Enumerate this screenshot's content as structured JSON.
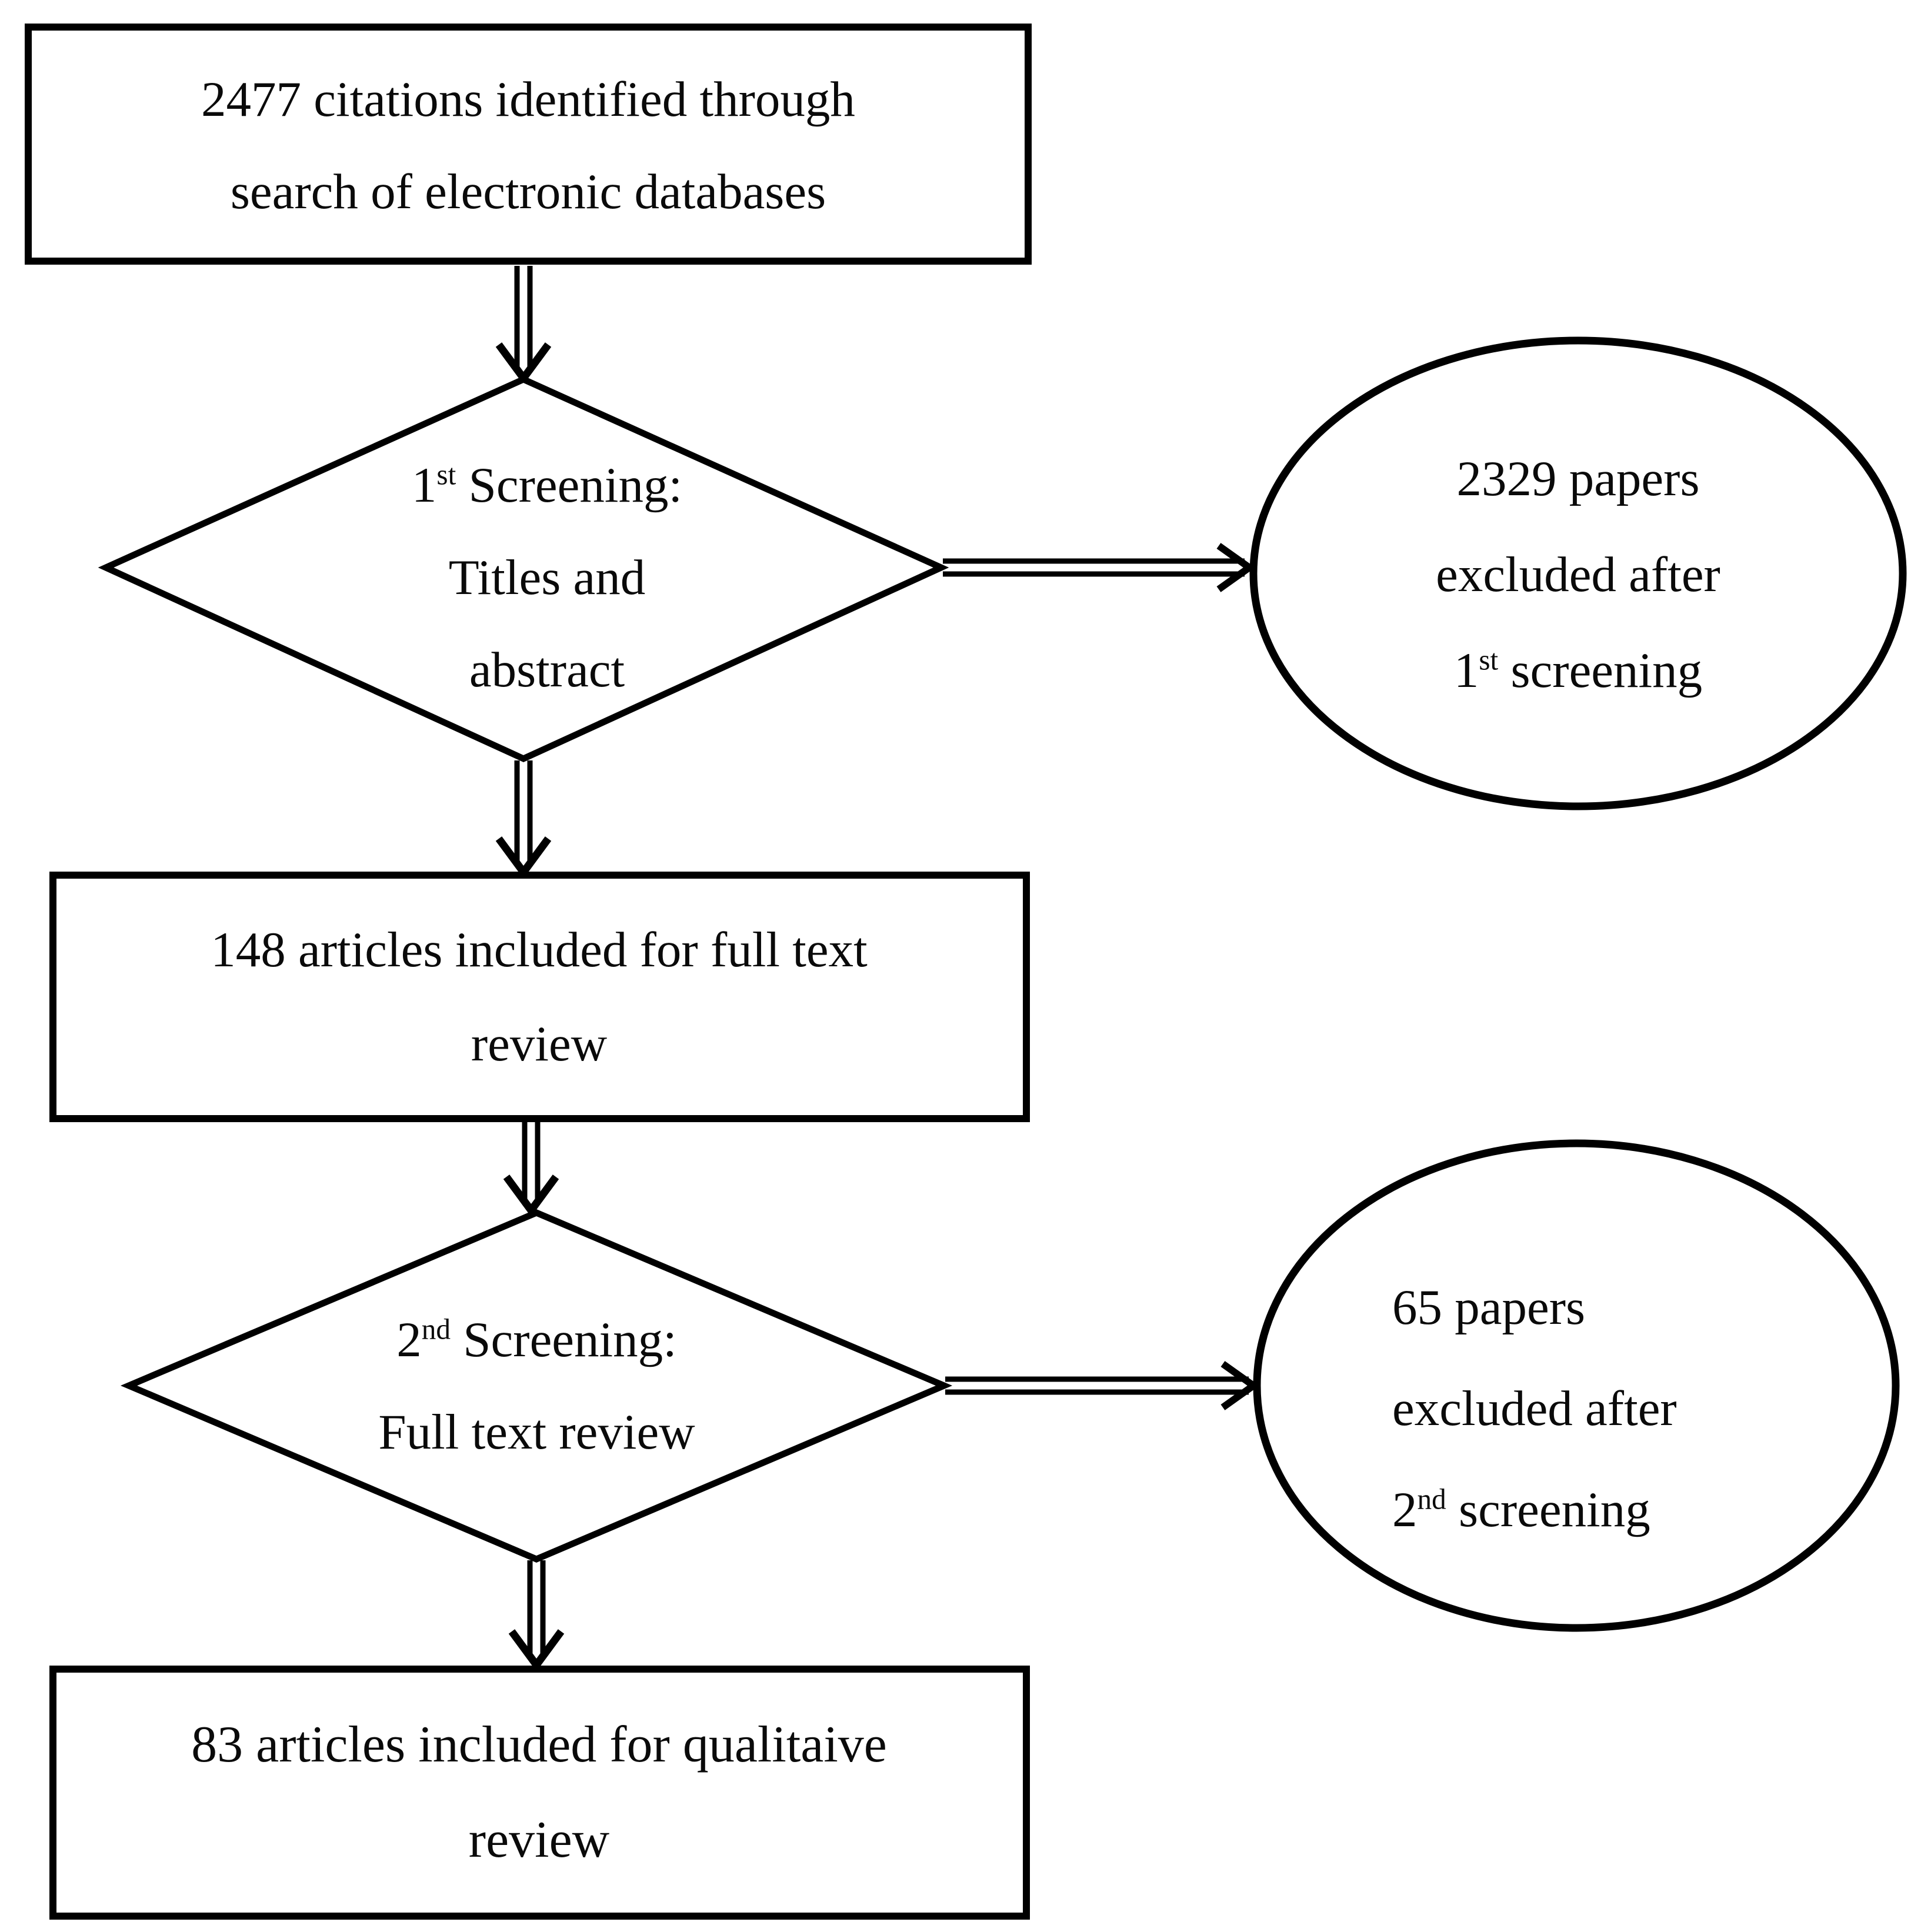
{
  "diagram": {
    "title_semantic": "Literature screening flow diagram",
    "stroke_color": "#000000",
    "background_color": "#ffffff",
    "text_color": "#0a0a0a"
  },
  "nodes": {
    "box_top": {
      "line1": "2477 citations identified through",
      "line2": "search of electronic databases"
    },
    "diamond1": {
      "ordinal": "1",
      "ordinal_suffix": "st",
      "title_rest": " Screening:",
      "line2": "Titles and",
      "line3": "abstract"
    },
    "ellipse1": {
      "line1": "2329 papers",
      "line2": "excluded after",
      "ordinal": "1",
      "ordinal_suffix": "st",
      "line3_rest": " screening"
    },
    "box_mid": {
      "line1": "148 articles included for full text",
      "line2": "review"
    },
    "diamond2": {
      "ordinal": "2",
      "ordinal_suffix": "nd",
      "title_rest": " Screening:",
      "line2": "Full text review"
    },
    "ellipse2": {
      "line1": "65 papers",
      "line2": "excluded after",
      "ordinal": "2",
      "ordinal_suffix": "nd",
      "line3_rest": " screening"
    },
    "box_bottom": {
      "line1": "83 articles included for qualitaive",
      "line2": "review"
    }
  }
}
